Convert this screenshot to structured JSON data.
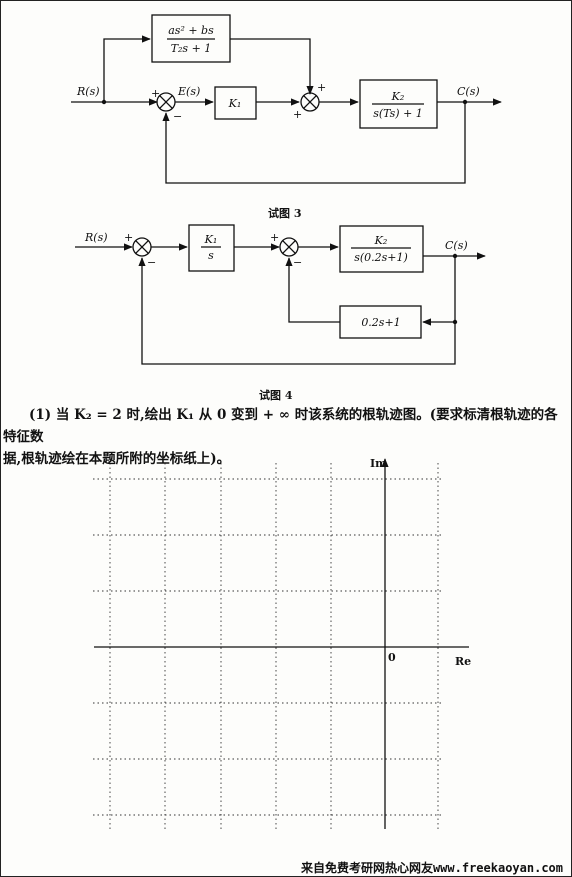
{
  "diagram3": {
    "feedforward_num": "as² + bs",
    "feedforward_den": "T₂s + 1",
    "input": "R(s)",
    "error": "E(s)",
    "gain1": "K₁",
    "plant_num": "K₂",
    "plant_den": "s(Ts) + 1",
    "output": "C(s)",
    "caption": "试图 3"
  },
  "diagram4": {
    "input": "R(s)",
    "ctrl_num": "K₁",
    "ctrl_den": "s",
    "plant_num": "K₂",
    "plant_den": "s(0.2s+1)",
    "feedback": "0.2s+1",
    "output": "C(s)",
    "caption": "试图 4"
  },
  "signs": {
    "plus": "+",
    "minus": "−"
  },
  "question": {
    "line1": "(1) 当 K₂ = 2 时,绘出 K₁ 从 0 变到 + ∞ 时该系统的根轨迹图。(要求标清根轨迹的各特征数",
    "line2": "据,根轨迹绘在本题所附的坐标纸上)。"
  },
  "plot": {
    "imag_label": "Im",
    "real_label": "Re",
    "origin_label": "0"
  },
  "footer": {
    "text": "来自免费考研网热心网友www.freekaoyan.com"
  }
}
